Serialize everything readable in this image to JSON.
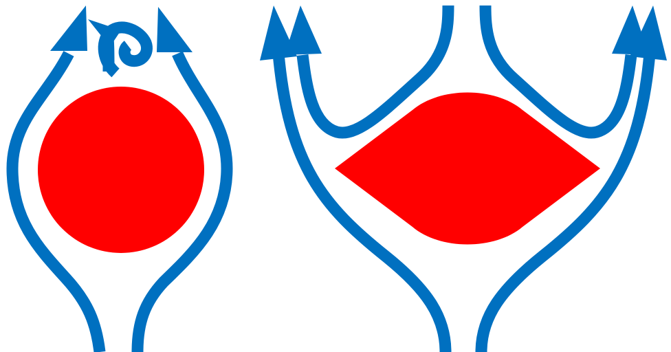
{
  "diagram": {
    "panels": [
      {
        "id": "left",
        "obstacle": "circle",
        "flow": "wake-vortex"
      },
      {
        "id": "right",
        "obstacle": "lens",
        "flow": "split-streams"
      }
    ]
  },
  "colors": {
    "background": "#ffffff",
    "obstacle": "#ff0000",
    "flow": "#0070c0"
  }
}
